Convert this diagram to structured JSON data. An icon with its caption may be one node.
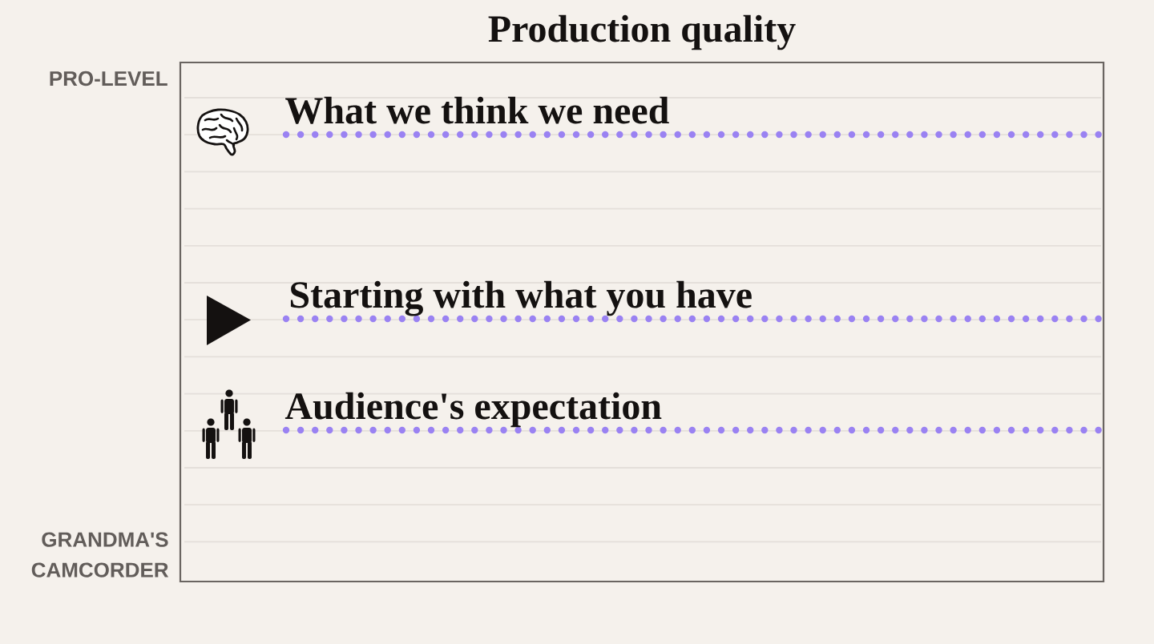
{
  "diagram": {
    "title": "Production quality",
    "labels": [
      "PRO-LEVEL",
      "What we think we need",
      "Starting with what you have",
      "Audience's expectation",
      "GRANDMA'S CAMCORDER"
    ]
  }
}
